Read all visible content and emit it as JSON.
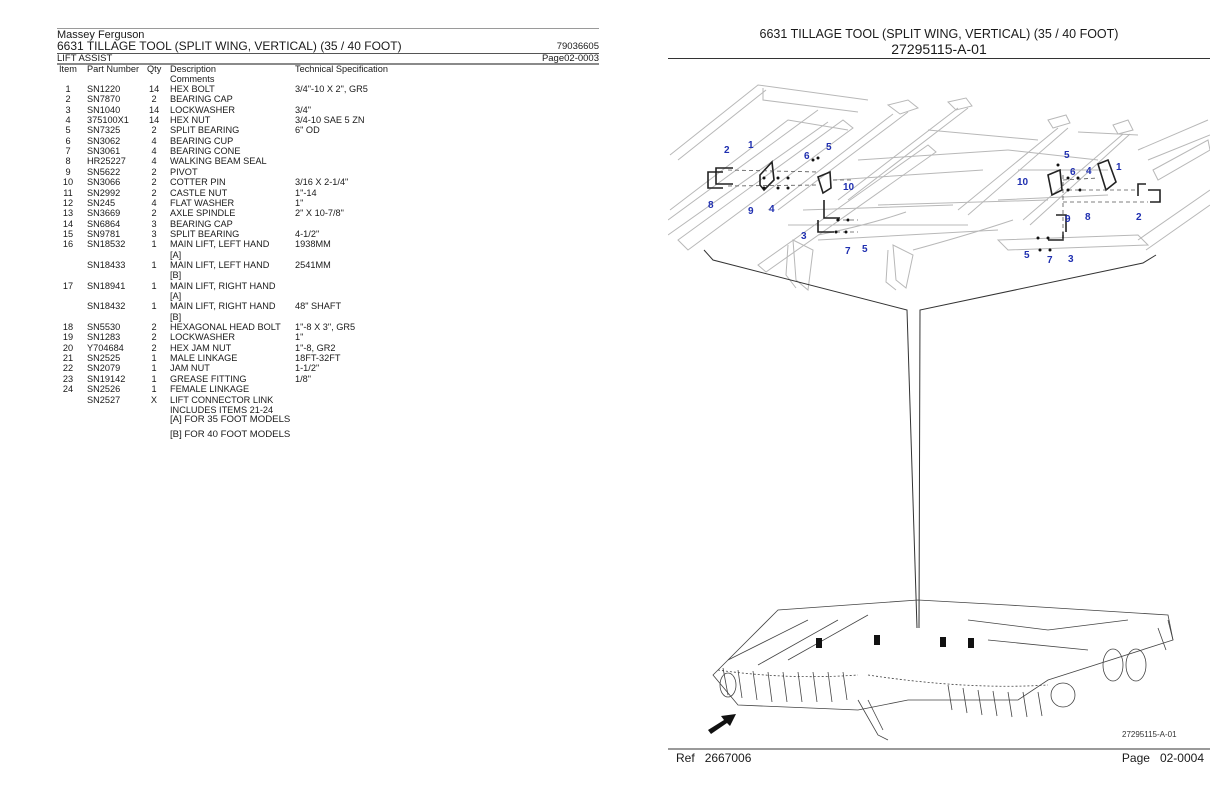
{
  "left_page": {
    "brand": "Massey Ferguson",
    "title": "6631 TILLAGE TOOL (SPLIT WING, VERTICAL) (35 / 40 FOOT)",
    "doc_number": "79036605",
    "section": "LIFT ASSIST",
    "page_id": "Page02-0003",
    "columns": {
      "item": "Item",
      "part_number": "Part Number",
      "qty": "Qty",
      "description": "Description",
      "comments": "Comments",
      "spec": "Technical Specification"
    },
    "rows": [
      {
        "item": "1",
        "part": "SN1220",
        "qty": "14",
        "desc": "HEX BOLT",
        "spec": "3/4\"-10 X 2\", GR5"
      },
      {
        "item": "2",
        "part": "SN7870",
        "qty": "2",
        "desc": "BEARING CAP",
        "spec": ""
      },
      {
        "item": "3",
        "part": "SN1040",
        "qty": "14",
        "desc": "LOCKWASHER",
        "spec": "3/4\""
      },
      {
        "item": "4",
        "part": "375100X1",
        "qty": "14",
        "desc": "HEX NUT",
        "spec": "3/4-10 SAE 5 ZN"
      },
      {
        "item": "5",
        "part": "SN7325",
        "qty": "2",
        "desc": "SPLIT BEARING",
        "spec": "6\" OD"
      },
      {
        "item": "6",
        "part": "SN3062",
        "qty": "4",
        "desc": "BEARING CUP",
        "spec": ""
      },
      {
        "item": "7",
        "part": "SN3061",
        "qty": "4",
        "desc": "BEARING CONE",
        "spec": ""
      },
      {
        "item": "8",
        "part": "HR25227",
        "qty": "4",
        "desc": "WALKING BEAM SEAL",
        "spec": ""
      },
      {
        "item": "9",
        "part": "SN5622",
        "qty": "2",
        "desc": "PIVOT",
        "spec": ""
      },
      {
        "item": "10",
        "part": "SN3066",
        "qty": "2",
        "desc": "COTTER PIN",
        "spec": "3/16 X 2-1/4\""
      },
      {
        "item": "11",
        "part": "SN2992",
        "qty": "2",
        "desc": "CASTLE NUT",
        "spec": "1\"-14"
      },
      {
        "item": "12",
        "part": "SN245",
        "qty": "4",
        "desc": "FLAT WASHER",
        "spec": "1\""
      },
      {
        "item": "13",
        "part": "SN3669",
        "qty": "2",
        "desc": "AXLE SPINDLE",
        "spec": "2\" X 10-7/8\""
      },
      {
        "item": "14",
        "part": "SN6864",
        "qty": "3",
        "desc": "BEARING CAP",
        "spec": ""
      },
      {
        "item": "15",
        "part": "SN9781",
        "qty": "3",
        "desc": "SPLIT BEARING",
        "spec": "4-1/2\""
      },
      {
        "item": "16",
        "part": "SN18532",
        "qty": "1",
        "desc": "MAIN LIFT, LEFT HAND",
        "comment": "[A]",
        "spec": "1938MM"
      },
      {
        "item": "",
        "part": "SN18433",
        "qty": "1",
        "desc": "MAIN LIFT, LEFT HAND",
        "comment": "[B]",
        "spec": "2541MM"
      },
      {
        "item": "17",
        "part": "SN18941",
        "qty": "1",
        "desc": "MAIN LIFT, RIGHT HAND",
        "comment": "[A]",
        "spec": ""
      },
      {
        "item": "",
        "part": "SN18432",
        "qty": "1",
        "desc": "MAIN LIFT, RIGHT HAND",
        "comment": "[B]",
        "spec": "48\" SHAFT"
      },
      {
        "item": "18",
        "part": "SN5530",
        "qty": "2",
        "desc": "HEXAGONAL HEAD BOLT",
        "spec": "1\"-8 X 3\", GR5"
      },
      {
        "item": "19",
        "part": "SN1283",
        "qty": "2",
        "desc": "LOCKWASHER",
        "spec": "1\""
      },
      {
        "item": "20",
        "part": "Y704684",
        "qty": "2",
        "desc": "HEX JAM NUT",
        "spec": "1\"-8, GR2"
      },
      {
        "item": "21",
        "part": "SN2525",
        "qty": "1",
        "desc": "MALE LINKAGE",
        "spec": "18FT-32FT"
      },
      {
        "item": "22",
        "part": "SN2079",
        "qty": "1",
        "desc": "JAM NUT",
        "spec": "1-1/2\""
      },
      {
        "item": "23",
        "part": "SN19142",
        "qty": "1",
        "desc": "GREASE FITTING",
        "spec": "1/8\""
      },
      {
        "item": "24",
        "part": "SN2526",
        "qty": "1",
        "desc": "FEMALE LINKAGE",
        "spec": ""
      },
      {
        "item": "",
        "part": "SN2527",
        "qty": "X",
        "desc": "LIFT CONNECTOR LINK",
        "comment": "INCLUDES ITEMS 21-24",
        "spec": ""
      }
    ],
    "notes": [
      "[A] FOR 35 FOOT MODELS",
      "[B] FOR 40 FOOT MODELS"
    ]
  },
  "right_page": {
    "title": "6631 TILLAGE TOOL (SPLIT WING, VERTICAL) (35 / 40 FOOT)",
    "figure_number": "27295115-A-01",
    "figure_label": "27295115-A-01",
    "callouts_left": [
      "1",
      "2",
      "3",
      "4",
      "5",
      "5",
      "6",
      "7",
      "8",
      "9",
      "10"
    ],
    "callouts_right": [
      "1",
      "2",
      "3",
      "4",
      "5",
      "5",
      "6",
      "7",
      "8",
      "9",
      "10"
    ],
    "direction_icon": "front-direction-arrow-icon",
    "ref_label": "Ref",
    "ref_value": "2667006",
    "page_label": "Page",
    "page_value": "02-0004"
  }
}
